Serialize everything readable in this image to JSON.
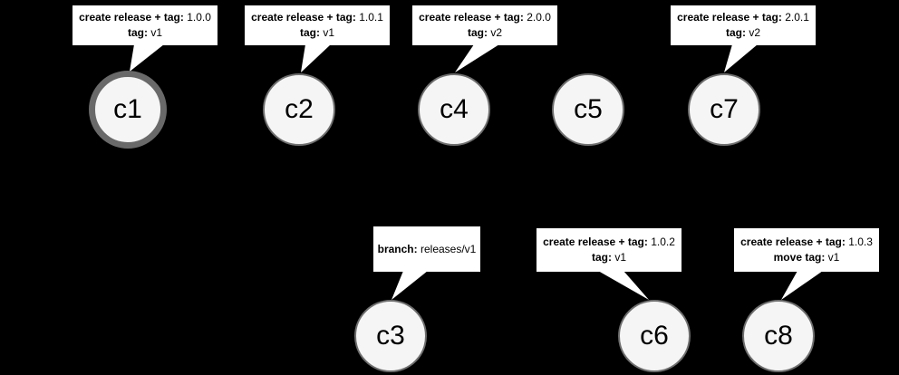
{
  "diagram": {
    "description": "git commit graph with release tagging callouts",
    "colors": {
      "background": "#000000",
      "node_fill": "#f5f5f5",
      "node_border": "#6e6e6e",
      "highlight_border": "#696969",
      "callout_bg": "#ffffff",
      "callout_text": "#000000"
    }
  },
  "nodes": [
    {
      "label": "c1",
      "highlighted": true
    },
    {
      "label": "c2",
      "highlighted": false
    },
    {
      "label": "c4",
      "highlighted": false
    },
    {
      "label": "c5",
      "highlighted": false
    },
    {
      "label": "c7",
      "highlighted": false
    },
    {
      "label": "c3",
      "highlighted": false
    },
    {
      "label": "c6",
      "highlighted": false
    },
    {
      "label": "c8",
      "highlighted": false
    }
  ],
  "callouts": [
    {
      "for": "c1",
      "lines": [
        {
          "label": "create release + tag:",
          "value": "1.0.0"
        },
        {
          "label": "tag:",
          "value": "v1"
        }
      ]
    },
    {
      "for": "c2",
      "lines": [
        {
          "label": "create release + tag:",
          "value": "1.0.1"
        },
        {
          "label": "tag:",
          "value": "v1"
        }
      ]
    },
    {
      "for": "c4",
      "lines": [
        {
          "label": "create release + tag:",
          "value": "2.0.0"
        },
        {
          "label": "tag:",
          "value": "v2"
        }
      ]
    },
    {
      "for": "c7",
      "lines": [
        {
          "label": "create release + tag:",
          "value": "2.0.1"
        },
        {
          "label": "tag:",
          "value": "v2"
        }
      ]
    },
    {
      "for": "c3",
      "lines": [
        {
          "label": "branch:",
          "value": "releases/v1"
        }
      ]
    },
    {
      "for": "c6",
      "lines": [
        {
          "label": "create release + tag:",
          "value": "1.0.2"
        },
        {
          "label": "tag:",
          "value": "v1"
        }
      ]
    },
    {
      "for": "c8",
      "lines": [
        {
          "label": "create release + tag:",
          "value": "1.0.3"
        },
        {
          "label": "move tag:",
          "value": "v1"
        }
      ]
    }
  ]
}
